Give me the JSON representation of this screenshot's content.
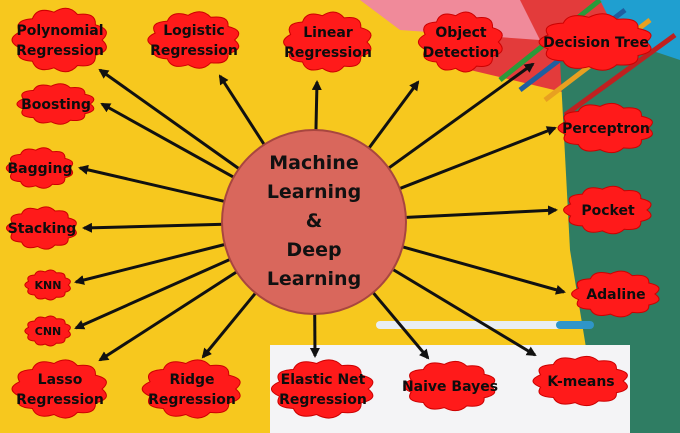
{
  "center": {
    "lines": [
      "Machine",
      "Learning",
      "&",
      "Deep",
      "Learning"
    ],
    "fill": "#d9675c",
    "text_color": "#111111"
  },
  "colors": {
    "cloud_fill": "#ff1a1a",
    "cloud_stroke": "#cc0000",
    "cloud_text": "#0d0d0d",
    "arrow": "#111111",
    "background": "#f7c81e",
    "paper": "#f4f4f6",
    "book_green": "#2f7d63",
    "book_red": "#e33b3b",
    "book_blue": "#1f9fd0"
  },
  "topics": [
    {
      "id": "polynomial-regression",
      "lines": [
        "Polynomial",
        "Regression"
      ]
    },
    {
      "id": "logistic-regression",
      "lines": [
        "Logistic",
        "Regression"
      ]
    },
    {
      "id": "linear-regression",
      "lines": [
        "Linear",
        "Regression"
      ]
    },
    {
      "id": "object-detection",
      "lines": [
        "Object",
        "Detection"
      ]
    },
    {
      "id": "decision-tree",
      "lines": [
        "Decision Tree"
      ]
    },
    {
      "id": "boosting",
      "lines": [
        "Boosting"
      ]
    },
    {
      "id": "perceptron",
      "lines": [
        "Perceptron"
      ]
    },
    {
      "id": "bagging",
      "lines": [
        "Bagging"
      ]
    },
    {
      "id": "pocket",
      "lines": [
        "Pocket"
      ]
    },
    {
      "id": "stacking",
      "lines": [
        "Stacking"
      ]
    },
    {
      "id": "knn",
      "lines": [
        "KNN"
      ]
    },
    {
      "id": "adaline",
      "lines": [
        "Adaline"
      ]
    },
    {
      "id": "cnn",
      "lines": [
        "CNN"
      ]
    },
    {
      "id": "lasso-regression",
      "lines": [
        "Lasso",
        "Regression"
      ]
    },
    {
      "id": "ridge-regression",
      "lines": [
        "Ridge",
        "Regression"
      ]
    },
    {
      "id": "elastic-net-regression",
      "lines": [
        "Elastic Net",
        "Regression"
      ]
    },
    {
      "id": "naive-bayes",
      "lines": [
        "Naive Bayes"
      ]
    },
    {
      "id": "k-means",
      "lines": [
        "K-means"
      ]
    }
  ]
}
